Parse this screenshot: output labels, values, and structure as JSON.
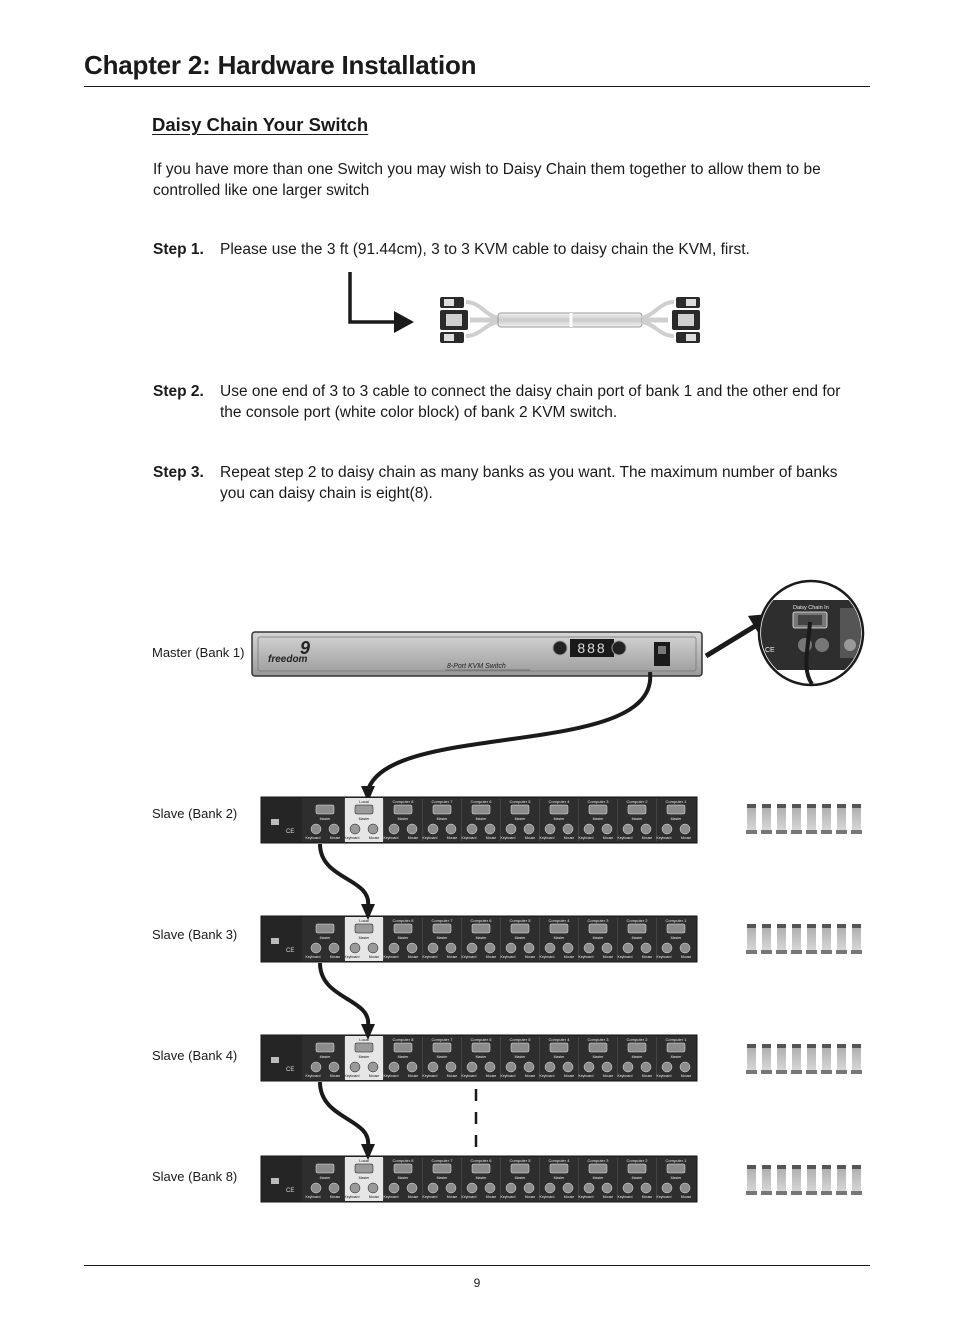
{
  "header": {
    "chapter_title": "Chapter 2: Hardware Installation"
  },
  "section": {
    "title": "Daisy Chain Your Switch",
    "intro": "If you have more than one Switch you may wish to Daisy Chain them together to allow them to be controlled like one larger switch"
  },
  "steps": [
    {
      "label": "Step 1.",
      "text": "Please use the 3 ft (91.44cm), 3 to 3 KVM cable to daisy chain the KVM, first."
    },
    {
      "label": "Step 2.",
      "text": "Use one end of 3 to 3 cable to connect the daisy chain port of bank 1 and the other end for the console port (white color block) of bank 2 KVM switch."
    },
    {
      "label": "Step 3.",
      "text": "Repeat step 2 to daisy chain as many banks as you want. The maximum number of banks you can daisy chain is eight(8)."
    }
  ],
  "diagram": {
    "banks": [
      {
        "label": "Master (Bank 1)"
      },
      {
        "label": "Slave (Bank 2)"
      },
      {
        "label": "Slave (Bank 3)"
      },
      {
        "label": "Slave (Bank 4)"
      },
      {
        "label": "Slave (Bank 8)"
      }
    ],
    "master_panel": {
      "brand": "freedom",
      "brand_mark": "9",
      "model": "8-Port KVM Switch",
      "display_digits": "888"
    },
    "daisy_chain_port_label": "Daisy Chain In",
    "ce_mark": "CE",
    "local_port_label": "Local",
    "master_port_label": "Master",
    "keyboard_label": "Keyboard",
    "mouse_label": "Mouse",
    "computer_labels": [
      "Computer 8",
      "Computer 7",
      "Computer 6",
      "Computer 5",
      "Computer 4",
      "Computer 3",
      "Computer 2",
      "Computer 1"
    ]
  },
  "footer": {
    "page_number": "9"
  }
}
